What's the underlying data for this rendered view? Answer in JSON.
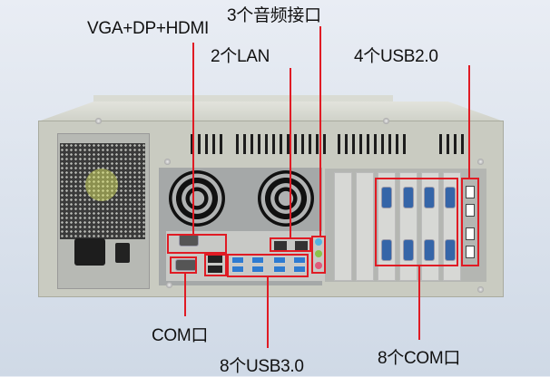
{
  "labels": {
    "video": "VGA+DP+HDMI",
    "audio": "3个音频接口",
    "lan": "2个LAN",
    "usb2": "4个USB2.0",
    "com": "COM口",
    "usb3": "8个USB3.0",
    "com8": "8个COM口"
  },
  "colors": {
    "callout_line": "#e01b24",
    "background_top": "#e9edf4",
    "background_bottom": "#cfd9e6",
    "chassis": "#c9cbc1"
  }
}
